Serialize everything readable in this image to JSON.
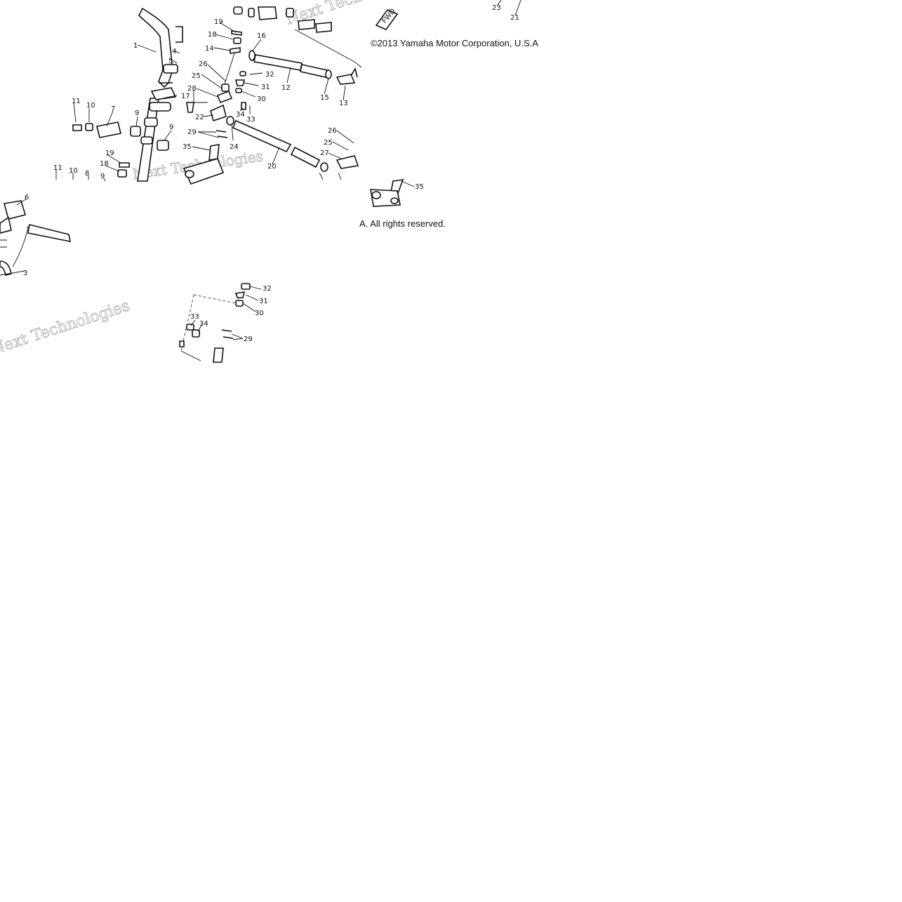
{
  "copyright_line1": "©2013 Yamaha Motor Corporation, U.S.A",
  "copyright_line2": "A. All rights reserved.",
  "watermarks": [
    "Next Technologies",
    "Next Technologies",
    "Next Technologies"
  ],
  "fwd_label": "FWD",
  "callouts": [
    "1",
    "3",
    "4",
    "5",
    "6",
    "7",
    "8",
    "9",
    "9",
    "9",
    "10",
    "10",
    "11",
    "11",
    "12",
    "13",
    "14",
    "15",
    "16",
    "17",
    "18",
    "18",
    "19",
    "19",
    "20",
    "21",
    "22",
    "23",
    "24",
    "25",
    "25",
    "26",
    "26",
    "27",
    "28",
    "29",
    "29",
    "30",
    "30",
    "31",
    "31",
    "32",
    "32",
    "33",
    "33",
    "34",
    "34",
    "35",
    "35"
  ]
}
